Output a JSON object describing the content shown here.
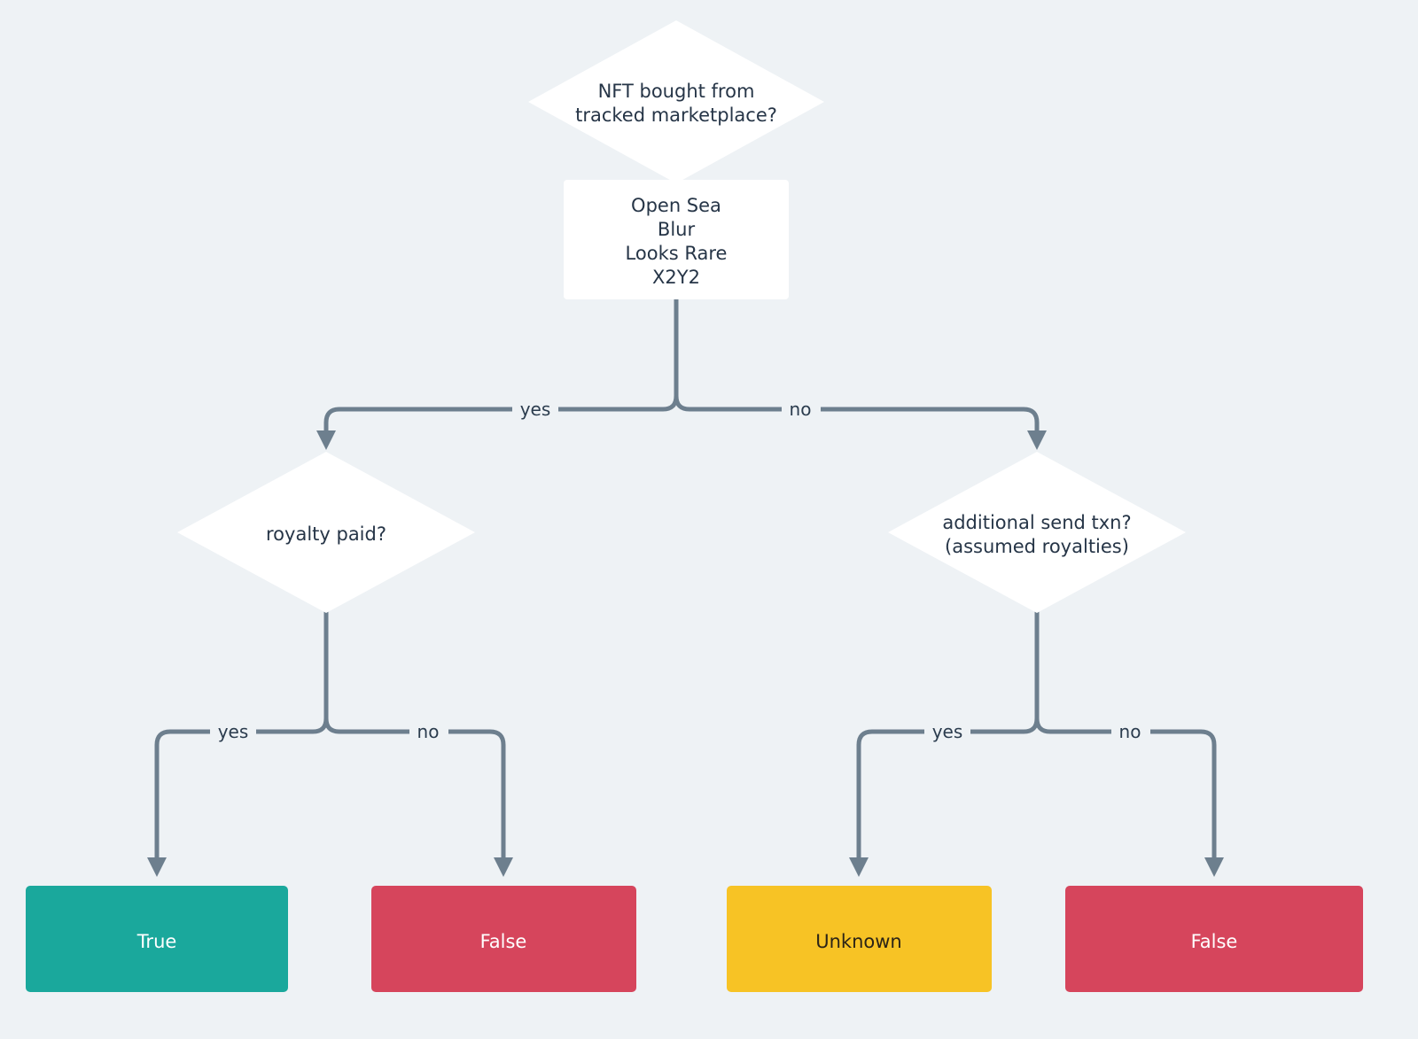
{
  "diagram": {
    "type": "flowchart",
    "title": "NFT royalty determination decision tree",
    "background_color": "#eef2f5",
    "edge_color": "#6d7f8e",
    "node_fill": "#ffffff",
    "node_text_color": "#263547",
    "nodes": {
      "root_question": {
        "shape": "diamond",
        "line1": "NFT bought from",
        "line2": "tracked marketplace?"
      },
      "marketplace_list": {
        "shape": "rectangle",
        "items": [
          "Open Sea",
          "Blur",
          "Looks Rare",
          "X2Y2"
        ]
      },
      "royalty_question": {
        "shape": "diamond",
        "line1": "royalty paid?",
        "line2": ""
      },
      "send_txn_question": {
        "shape": "diamond",
        "line1": "additional send txn?",
        "line2": "(assumed royalties)"
      },
      "outcome_true": {
        "shape": "rounded-rect",
        "label": "True",
        "fill": "#1aa89c",
        "text_color": "#ffffff"
      },
      "outcome_false_left": {
        "shape": "rounded-rect",
        "label": "False",
        "fill": "#d6455c",
        "text_color": "#ffffff"
      },
      "outcome_unknown": {
        "shape": "rounded-rect",
        "label": "Unknown",
        "fill": "#f7c325",
        "text_color": "#2b2417"
      },
      "outcome_false_right": {
        "shape": "rounded-rect",
        "label": "False",
        "fill": "#d6455c",
        "text_color": "#ffffff"
      }
    },
    "edges": [
      {
        "id": "root-to-list",
        "from": "root_question",
        "to": "marketplace_list",
        "label": ""
      },
      {
        "id": "list-to-royalty",
        "from": "marketplace_list",
        "to": "royalty_question",
        "label": "yes"
      },
      {
        "id": "list-to-sendtxn",
        "from": "marketplace_list",
        "to": "send_txn_question",
        "label": "no"
      },
      {
        "id": "royalty-to-true",
        "from": "royalty_question",
        "to": "outcome_true",
        "label": "yes"
      },
      {
        "id": "royalty-to-false",
        "from": "royalty_question",
        "to": "outcome_false_left",
        "label": "no"
      },
      {
        "id": "sendtxn-to-unknown",
        "from": "send_txn_question",
        "to": "outcome_unknown",
        "label": "yes"
      },
      {
        "id": "sendtxn-to-false",
        "from": "send_txn_question",
        "to": "outcome_false_right",
        "label": "no"
      }
    ]
  }
}
